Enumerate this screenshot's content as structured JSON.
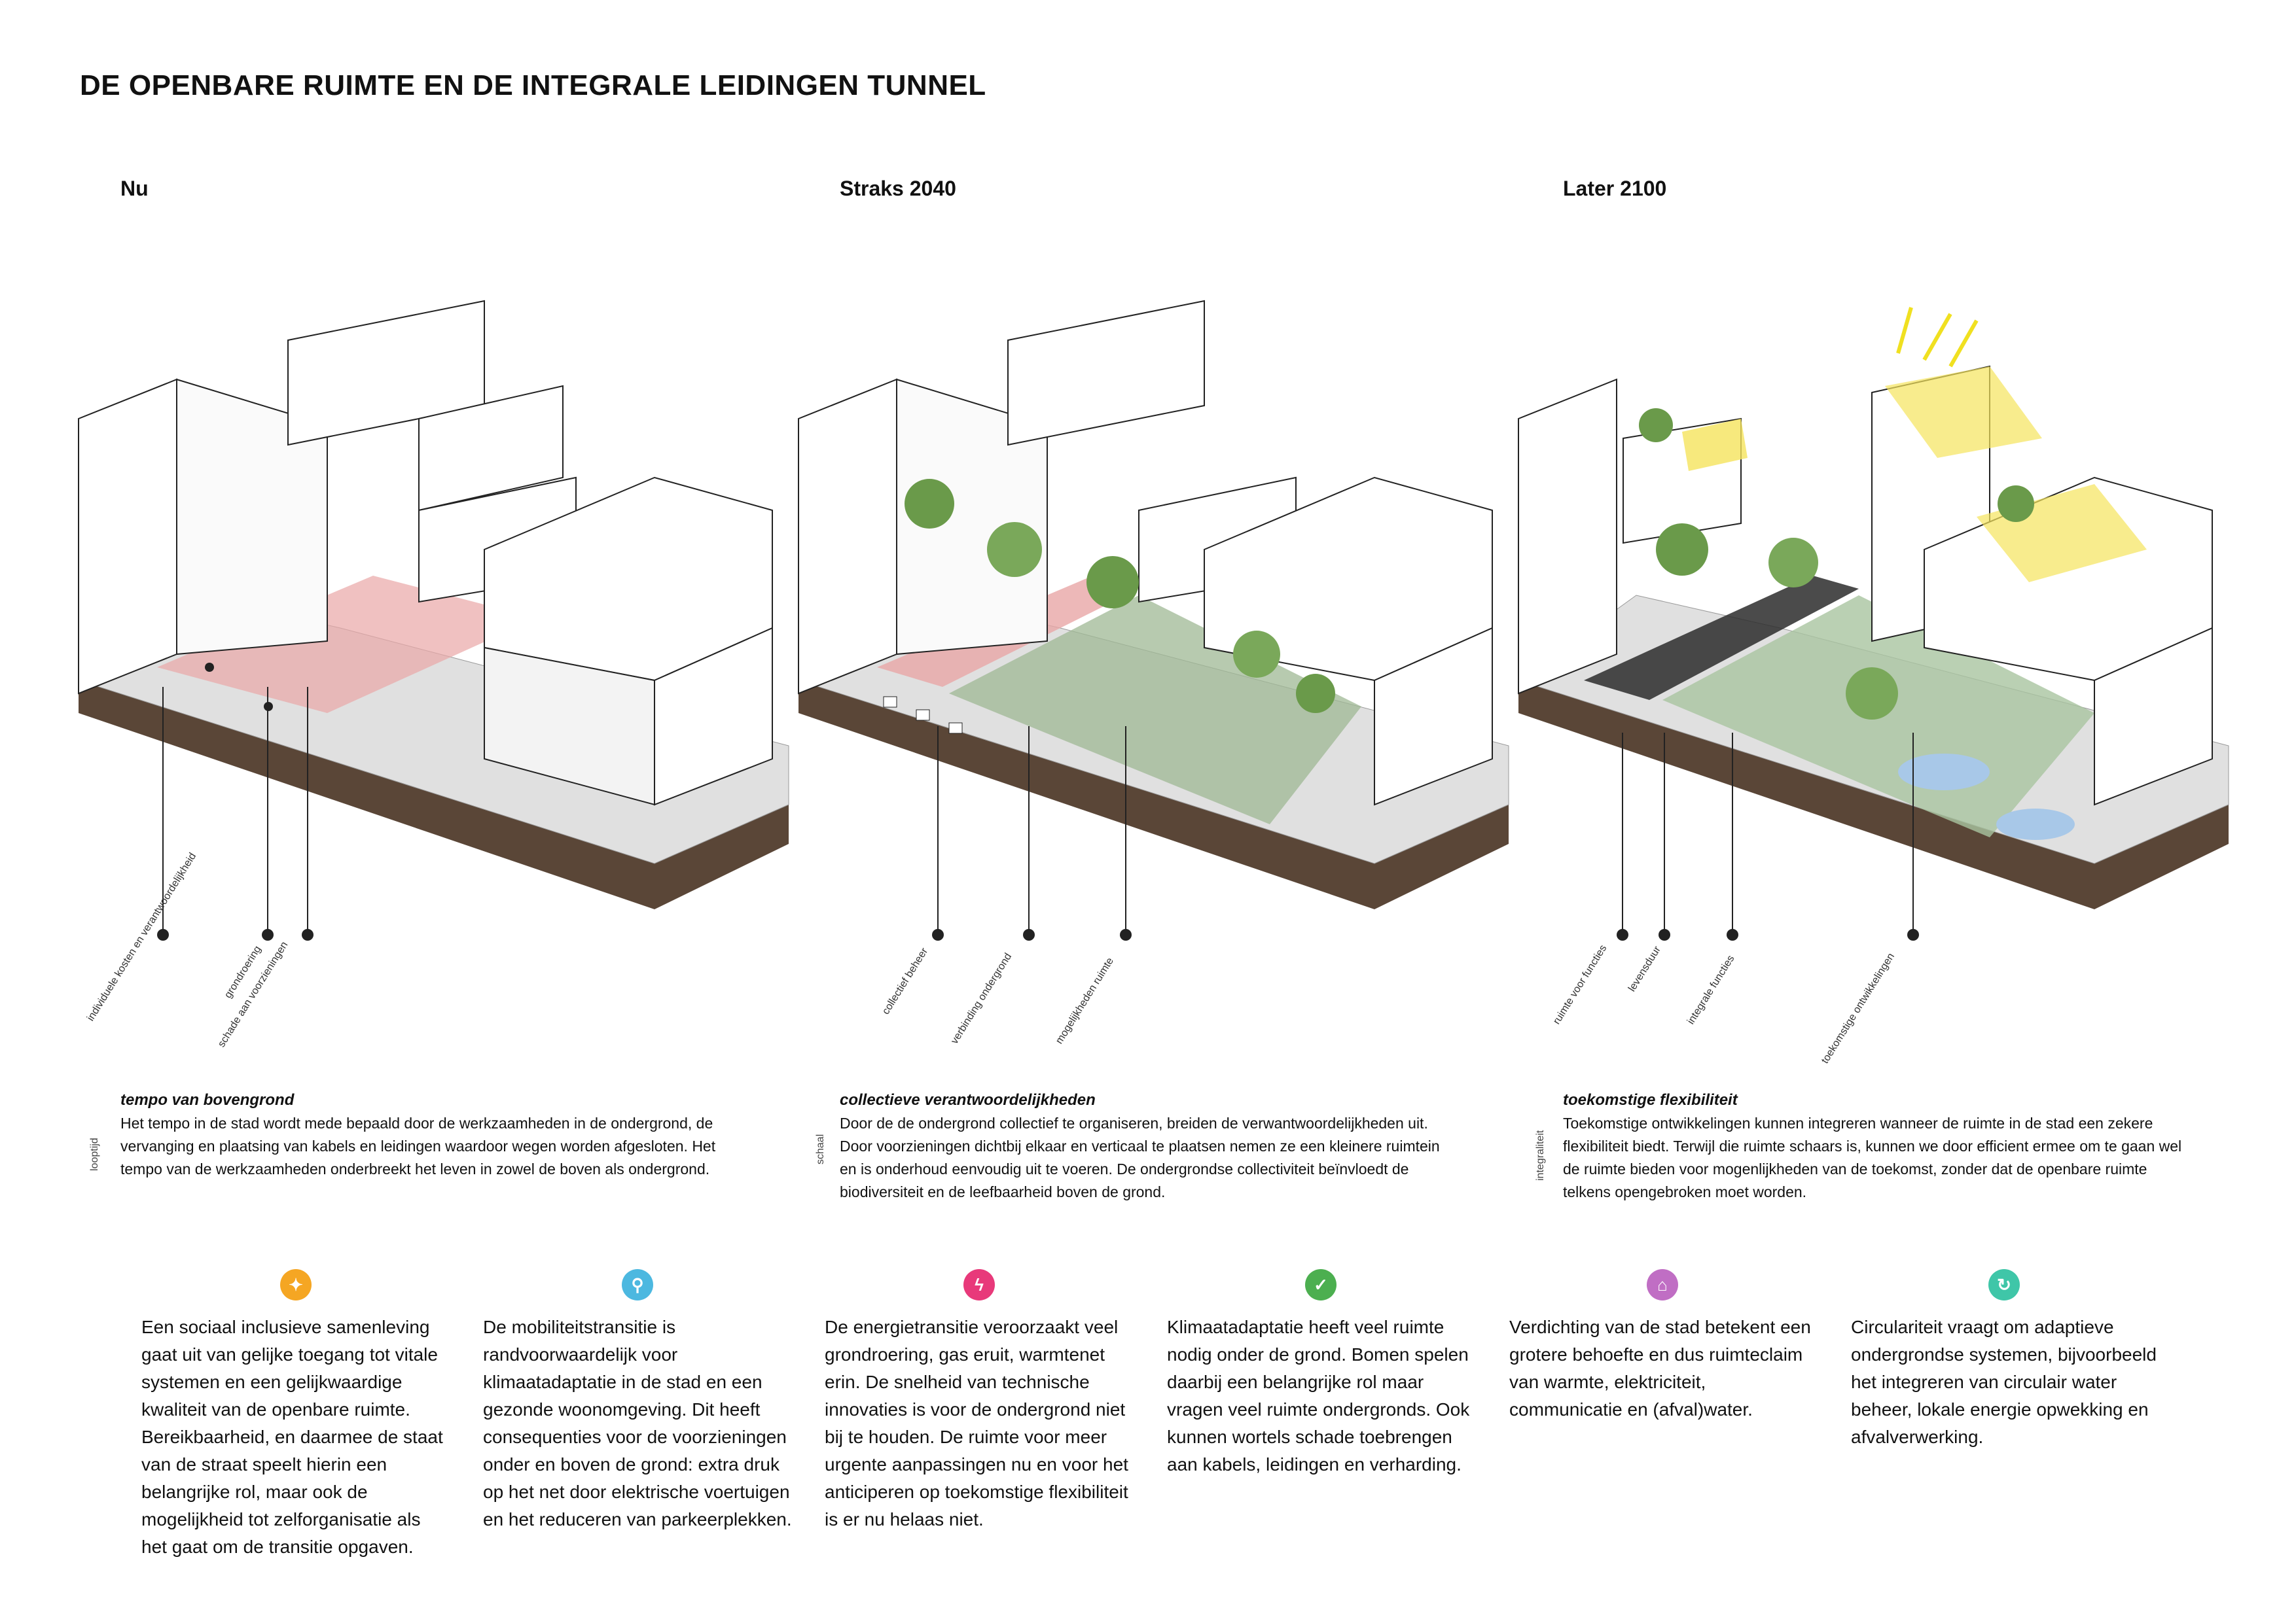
{
  "title": "DE OPENBARE RUIMTE EN DE INTEGRALE LEIDINGEN TUNNEL",
  "periods": [
    "Nu",
    "Straks 2040",
    "Later 2100"
  ],
  "leaders": {
    "nu": [
      "individuele kosten en verantwoordelijkheid",
      "grondroering",
      "schade aan voorzieningen"
    ],
    "straks": [
      "collectief beheer",
      "verbinding ondergrond",
      "mogelijkheden ruimte"
    ],
    "later": [
      "ruimte voor functies",
      "levensduur",
      "integrale functies",
      "toekomstige ontwikkelingen"
    ]
  },
  "side_labels": [
    "looptijd",
    "schaal",
    "integraliteit"
  ],
  "blocks": [
    {
      "title": "tempo van bovengrond",
      "text": "Het tempo in de stad wordt mede bepaald door de werkzaamheden in de ondergrond, de vervanging en plaatsing van kabels en leidingen waardoor wegen worden afgesloten. Het tempo van de werkzaamheden onderbreekt het leven in zowel de boven als ondergrond."
    },
    {
      "title": "collectieve verantwoordelijkheden",
      "text": "Door de de ondergrond collectief te organiseren, breiden de verwantwoordelijkheden uit. Door voorzieningen dichtbij elkaar en verticaal te plaatsen nemen ze een kleinere ruimtein en is onderhoud eenvoudig uit te voeren. De ondergrondse collectiviteit beïnvloedt de biodiversiteit en de leefbaarheid boven de grond."
    },
    {
      "title": "toekomstige flexibiliteit",
      "text": "Toekomstige ontwikkelingen kunnen integreren wanneer de ruimte in de stad een zekere flexibiliteit biedt. Terwijl die ruimte schaars is, kunnen we door efficient ermee om te gaan wel de ruimte bieden voor mogenlijkheden van de toekomst, zonder dat de openbare ruimte telkens opengebroken moet worden."
    }
  ],
  "topics": [
    {
      "icon": "community-icon",
      "color": "#f5a623",
      "text": "Een sociaal inclusieve samenleving gaat uit van gelijke toegang tot vitale systemen en een gelijkwaardige kwaliteit van de openbare ruimte. Bereikbaarheid, en daarmee de staat van de straat speelt hierin een belangrijke rol, maar ook de mogelijkheid tot zelforganisatie als het gaat om de transitie opgaven."
    },
    {
      "icon": "bicycle-icon",
      "color": "#4cb8e0",
      "text": "De mobiliteitstransitie is randvoorwaardelijk voor klimaatadaptatie in de stad en een gezonde woonomgeving. Dit heeft consequenties voor de voorzieningen onder en boven de grond: extra druk op het net door elektrische voertuigen en het reduceren van parkeerplekken."
    },
    {
      "icon": "lightning-icon",
      "color": "#e8397a",
      "text": "De energietransitie veroorzaakt veel grondroering, gas eruit, warmtenet erin. De snelheid van technische innovaties is voor de ondergrond niet bij te houden. De ruimte voor meer urgente aanpassingen nu en voor het anticiperen op toekomstige flexibiliteit is er nu helaas niet."
    },
    {
      "icon": "leaf-icon",
      "color": "#4caf50",
      "text": "Klimaatadaptatie heeft veel ruimte nodig onder de grond. Bomen spelen daarbij een belangrijke rol maar vragen veel ruimte ondergronds. Ook kunnen wortels schade toebrengen aan kabels, leidingen en verharding."
    },
    {
      "icon": "house-icon",
      "color": "#c06ec4",
      "text": "Verdichting van de stad betekent een grotere behoefte en dus ruimteclaim van warmte, elektriciteit, communicatie en (afval)water."
    },
    {
      "icon": "cycle-icon",
      "color": "#3fc6a8",
      "text": "Circulariteit vraagt om adaptieve ondergrondse systemen, bijvoorbeeld het integreren van circulair water beheer, lokale energie opwekking en afvalverwerking."
    }
  ]
}
